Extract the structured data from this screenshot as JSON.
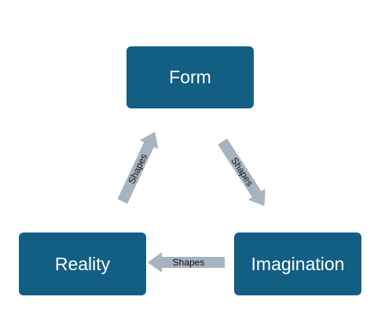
{
  "nodes": {
    "form": "Form",
    "reality": "Reality",
    "imagination": "Imagination"
  },
  "edges": [
    {
      "from": "Reality",
      "to": "Form",
      "label": "Shapes"
    },
    {
      "from": "Form",
      "to": "Imagination",
      "label": "Shapes"
    },
    {
      "from": "Imagination",
      "to": "Reality",
      "label": "Shapes"
    }
  ],
  "colors": {
    "node_fill": "#135e83",
    "node_text": "#ffffff",
    "arrow_fill": "#a7b3bf"
  }
}
